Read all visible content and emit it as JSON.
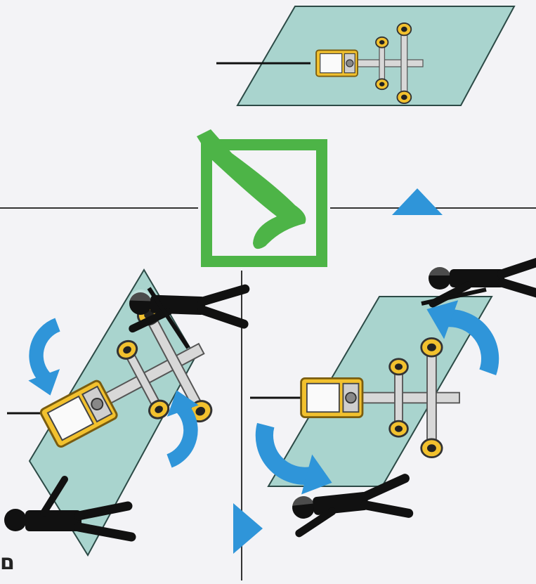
{
  "diagram": {
    "description_free": true,
    "colors": {
      "background": "#f3f3f6",
      "glass_fill": "#a9d4ce",
      "glass_stroke": "#2c4a46",
      "check_green": "#4db447",
      "arrow_blue": "#2f95d9",
      "lifter_yellow": "#f2c12e",
      "lifter_frame": "#9a9a9a",
      "worker_black": "#111111",
      "divider": "#333333"
    },
    "icons": {
      "approval": "checkmark-in-square-icon",
      "direction_up": "triangle-up-icon",
      "direction_right": "triangle-right-icon",
      "rotate_counterclockwise": "curved-arrow-icon",
      "rotate_clockwise": "curved-arrow-icon",
      "device": "vacuum-lifter-icon",
      "person": "worker-icon"
    },
    "panels": [
      "glass-flat-top",
      "glass-tilted-left",
      "glass-tilted-right"
    ],
    "corner_glyph": "ם"
  }
}
